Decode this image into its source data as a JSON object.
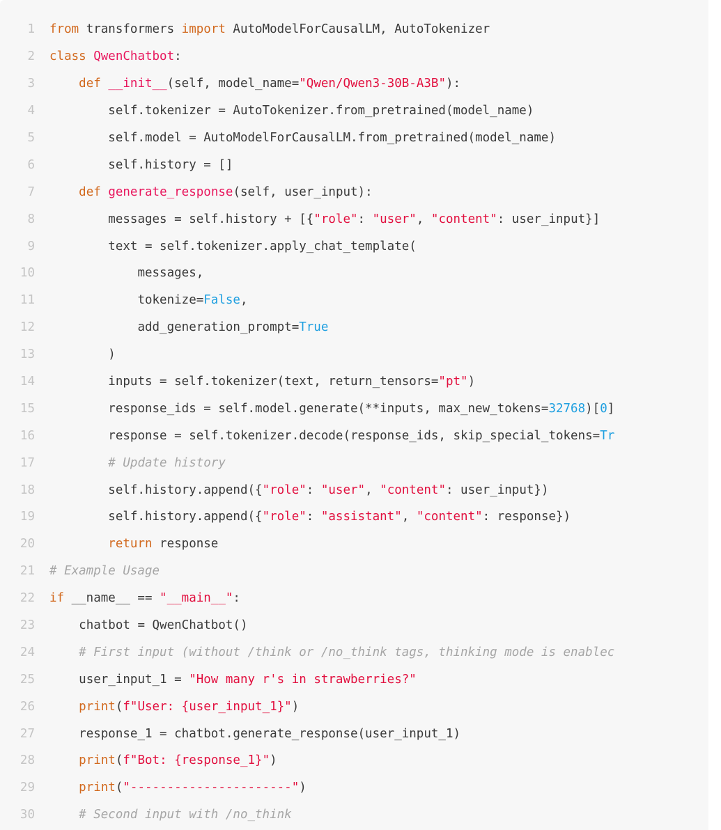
{
  "colors": {
    "background": "#f7f7f7",
    "keyword": "#d2691e",
    "class_name": "#e8175d",
    "string": "#e2103f",
    "number": "#1e9fe0",
    "comment": "#a6a6a6",
    "line_number": "#c4c4c4",
    "text": "#3a3a3a"
  },
  "editor": {
    "language": "python",
    "lines": [
      {
        "n": "1",
        "indent": 0,
        "tokens": [
          [
            "kw",
            "from"
          ],
          [
            "p",
            " transformers "
          ],
          [
            "kw",
            "import"
          ],
          [
            "p",
            " AutoModelForCausalLM, AutoTokenizer"
          ]
        ]
      },
      {
        "n": "2",
        "indent": 0,
        "tokens": [
          [
            "kw",
            "class"
          ],
          [
            "p",
            " "
          ],
          [
            "cls",
            "QwenChatbot"
          ],
          [
            "p",
            ":"
          ]
        ]
      },
      {
        "n": "3",
        "indent": 1,
        "tokens": [
          [
            "kw",
            "def"
          ],
          [
            "p",
            " "
          ],
          [
            "cls",
            "__init__"
          ],
          [
            "p",
            "(self, model_name="
          ],
          [
            "str",
            "\"Qwen/Qwen3-30B-A3B\""
          ],
          [
            "p",
            "):"
          ]
        ]
      },
      {
        "n": "4",
        "indent": 2,
        "tokens": [
          [
            "p",
            "self.tokenizer = AutoTokenizer.from_pretrained(model_name)"
          ]
        ]
      },
      {
        "n": "5",
        "indent": 2,
        "tokens": [
          [
            "p",
            "self.model = AutoModelForCausalLM.from_pretrained(model_name)"
          ]
        ]
      },
      {
        "n": "6",
        "indent": 2,
        "tokens": [
          [
            "p",
            "self.history = []"
          ]
        ]
      },
      {
        "n": "7",
        "indent": 1,
        "tokens": [
          [
            "kw",
            "def"
          ],
          [
            "p",
            " "
          ],
          [
            "cls",
            "generate_response"
          ],
          [
            "p",
            "(self, user_input):"
          ]
        ]
      },
      {
        "n": "8",
        "indent": 2,
        "tokens": [
          [
            "p",
            "messages = self.history + [{"
          ],
          [
            "str",
            "\"role\""
          ],
          [
            "p",
            ": "
          ],
          [
            "str",
            "\"user\""
          ],
          [
            "p",
            ", "
          ],
          [
            "str",
            "\"content\""
          ],
          [
            "p",
            ": user_input}]"
          ]
        ]
      },
      {
        "n": "9",
        "indent": 2,
        "tokens": [
          [
            "p",
            "text = self.tokenizer.apply_chat_template("
          ]
        ]
      },
      {
        "n": "10",
        "indent": 3,
        "tokens": [
          [
            "p",
            "messages,"
          ]
        ]
      },
      {
        "n": "11",
        "indent": 3,
        "tokens": [
          [
            "p",
            "tokenize="
          ],
          [
            "num",
            "False"
          ],
          [
            "p",
            ","
          ]
        ]
      },
      {
        "n": "12",
        "indent": 3,
        "tokens": [
          [
            "p",
            "add_generation_prompt="
          ],
          [
            "num",
            "True"
          ]
        ]
      },
      {
        "n": "13",
        "indent": 2,
        "tokens": [
          [
            "p",
            ")"
          ]
        ]
      },
      {
        "n": "14",
        "indent": 2,
        "tokens": [
          [
            "p",
            "inputs = self.tokenizer(text, return_tensors="
          ],
          [
            "str",
            "\"pt\""
          ],
          [
            "p",
            ")"
          ]
        ]
      },
      {
        "n": "15",
        "indent": 2,
        "tokens": [
          [
            "p",
            "response_ids = self.model.generate(**inputs, max_new_tokens="
          ],
          [
            "num",
            "32768"
          ],
          [
            "p",
            ")["
          ],
          [
            "num",
            "0"
          ],
          [
            "p",
            "]"
          ]
        ]
      },
      {
        "n": "16",
        "indent": 2,
        "tokens": [
          [
            "p",
            "response = self.tokenizer.decode(response_ids, skip_special_tokens="
          ],
          [
            "num",
            "Tr"
          ]
        ]
      },
      {
        "n": "17",
        "indent": 2,
        "tokens": [
          [
            "cmt",
            "# Update history"
          ]
        ]
      },
      {
        "n": "18",
        "indent": 2,
        "tokens": [
          [
            "p",
            "self.history.append({"
          ],
          [
            "str",
            "\"role\""
          ],
          [
            "p",
            ": "
          ],
          [
            "str",
            "\"user\""
          ],
          [
            "p",
            ", "
          ],
          [
            "str",
            "\"content\""
          ],
          [
            "p",
            ": user_input})"
          ]
        ]
      },
      {
        "n": "19",
        "indent": 2,
        "tokens": [
          [
            "p",
            "self.history.append({"
          ],
          [
            "str",
            "\"role\""
          ],
          [
            "p",
            ": "
          ],
          [
            "str",
            "\"assistant\""
          ],
          [
            "p",
            ", "
          ],
          [
            "str",
            "\"content\""
          ],
          [
            "p",
            ": response})"
          ]
        ]
      },
      {
        "n": "20",
        "indent": 2,
        "tokens": [
          [
            "kw",
            "return"
          ],
          [
            "p",
            " response"
          ]
        ]
      },
      {
        "n": "21",
        "indent": 0,
        "tokens": [
          [
            "cmt",
            "# Example Usage"
          ]
        ]
      },
      {
        "n": "22",
        "indent": 0,
        "tokens": [
          [
            "kw",
            "if"
          ],
          [
            "p",
            " __name__ == "
          ],
          [
            "str",
            "\"__main__\""
          ],
          [
            "p",
            ":"
          ]
        ]
      },
      {
        "n": "23",
        "indent": 1,
        "tokens": [
          [
            "p",
            "chatbot = QwenChatbot()"
          ]
        ]
      },
      {
        "n": "24",
        "indent": 1,
        "tokens": [
          [
            "cmt",
            "# First input (without /think or /no_think tags, thinking mode is enablec"
          ]
        ]
      },
      {
        "n": "25",
        "indent": 1,
        "tokens": [
          [
            "p",
            "user_input_1 = "
          ],
          [
            "str",
            "\"How many r's in strawberries?\""
          ]
        ]
      },
      {
        "n": "26",
        "indent": 1,
        "tokens": [
          [
            "kw",
            "print"
          ],
          [
            "p",
            "("
          ],
          [
            "str",
            "f\"User: {user_input_1}\""
          ],
          [
            "p",
            ")"
          ]
        ]
      },
      {
        "n": "27",
        "indent": 1,
        "tokens": [
          [
            "p",
            "response_1 = chatbot.generate_response(user_input_1)"
          ]
        ]
      },
      {
        "n": "28",
        "indent": 1,
        "tokens": [
          [
            "kw",
            "print"
          ],
          [
            "p",
            "("
          ],
          [
            "str",
            "f\"Bot: {response_1}\""
          ],
          [
            "p",
            ")"
          ]
        ]
      },
      {
        "n": "29",
        "indent": 1,
        "tokens": [
          [
            "kw",
            "print"
          ],
          [
            "p",
            "("
          ],
          [
            "str",
            "\"----------------------\""
          ],
          [
            "p",
            ")"
          ]
        ]
      },
      {
        "n": "30",
        "indent": 1,
        "tokens": [
          [
            "cmt",
            "# Second input with /no_think"
          ]
        ]
      }
    ]
  }
}
